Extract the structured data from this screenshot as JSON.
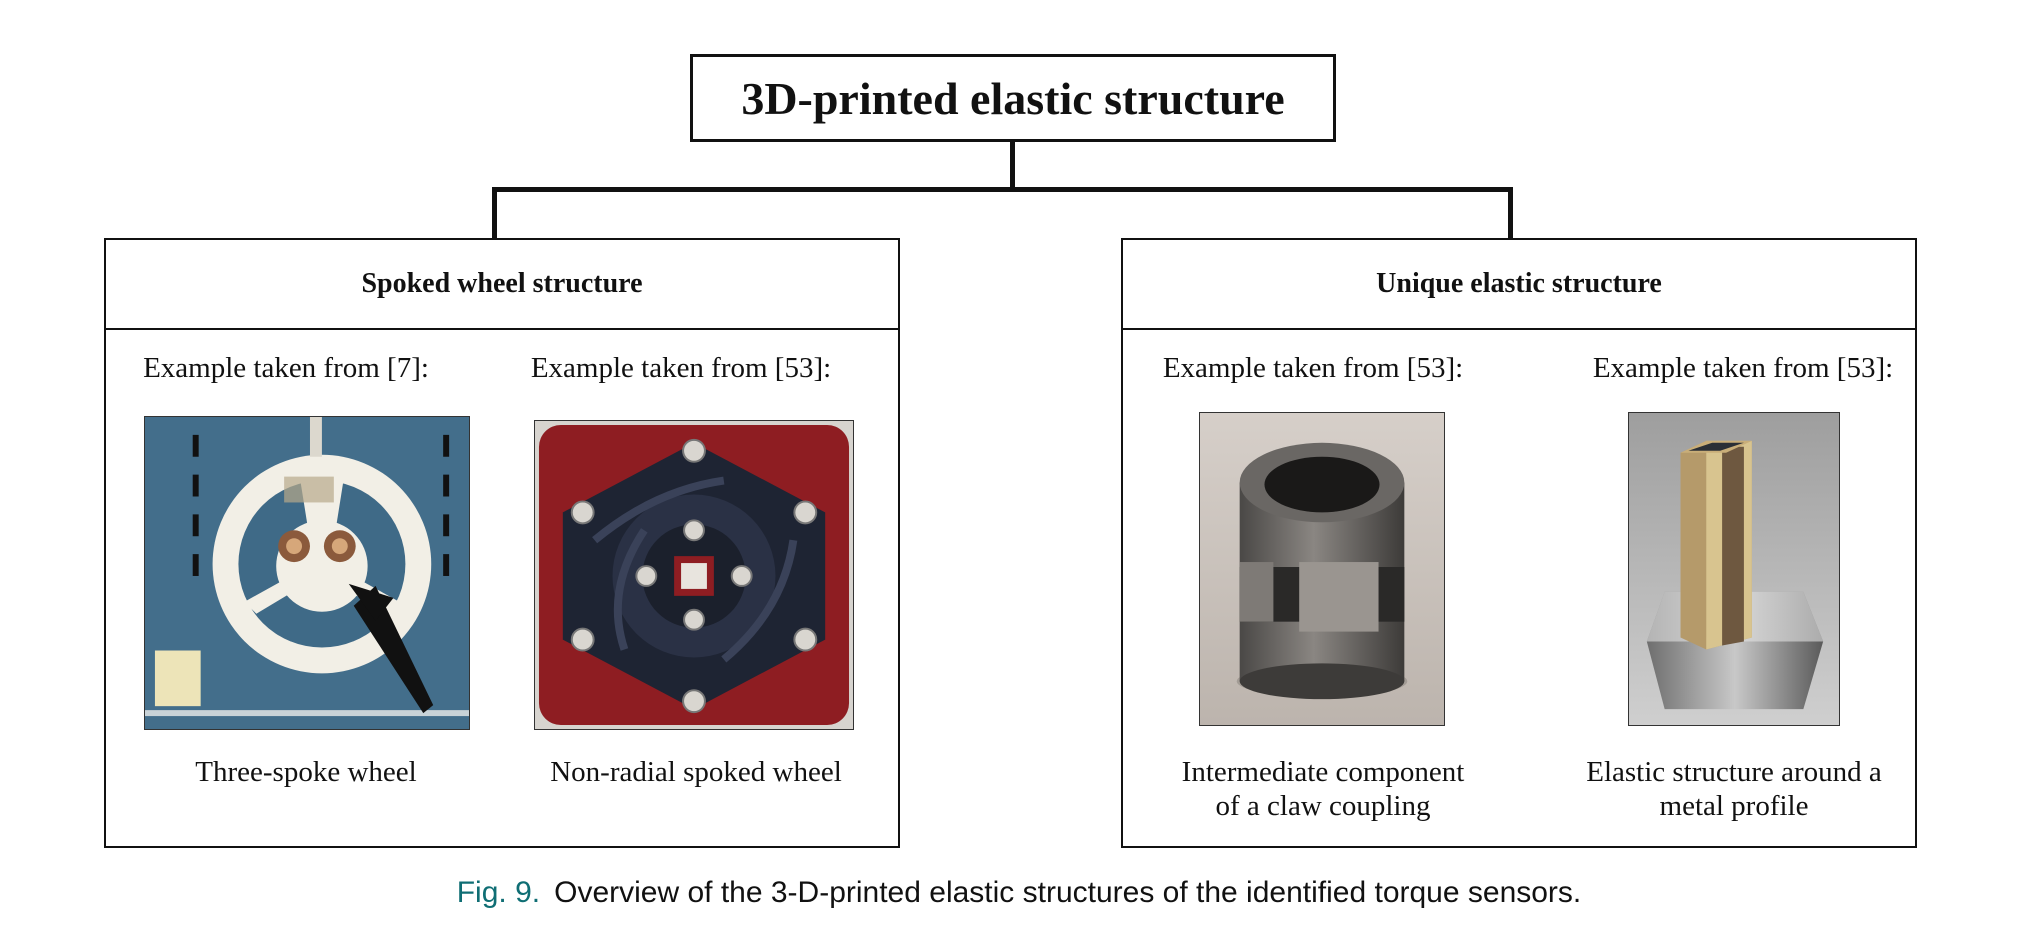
{
  "root": {
    "title": "3D-printed elastic structure"
  },
  "left_panel": {
    "title": "Spoked wheel structure",
    "items": [
      {
        "source": "Example taken from [7]:",
        "caption": "Three-spoke wheel",
        "image": "three-spoke-wheel-photo"
      },
      {
        "source": "Example taken from [53]:",
        "caption": "Non-radial spoked wheel",
        "image": "non-radial-spoked-wheel-photo"
      }
    ]
  },
  "right_panel": {
    "title": "Unique elastic structure",
    "items": [
      {
        "source": "Example taken from [53]:",
        "caption_line1": "Intermediate component",
        "caption_line2": "of a claw coupling",
        "image": "claw-coupling-photo"
      },
      {
        "source": "Example taken from [53]:",
        "caption_line1": "Elastic structure around a",
        "caption_line2": "metal profile",
        "image": "metal-profile-render"
      }
    ]
  },
  "figure_caption": {
    "label": "Fig. 9.",
    "text": "Overview of the 3-D-printed elastic structures of the identified torque sensors."
  },
  "colors": {
    "caption_label": "#0f6e74",
    "lines": "#111111",
    "red_frame": "#8e1d22",
    "photo_blue": "#3f6a87"
  }
}
